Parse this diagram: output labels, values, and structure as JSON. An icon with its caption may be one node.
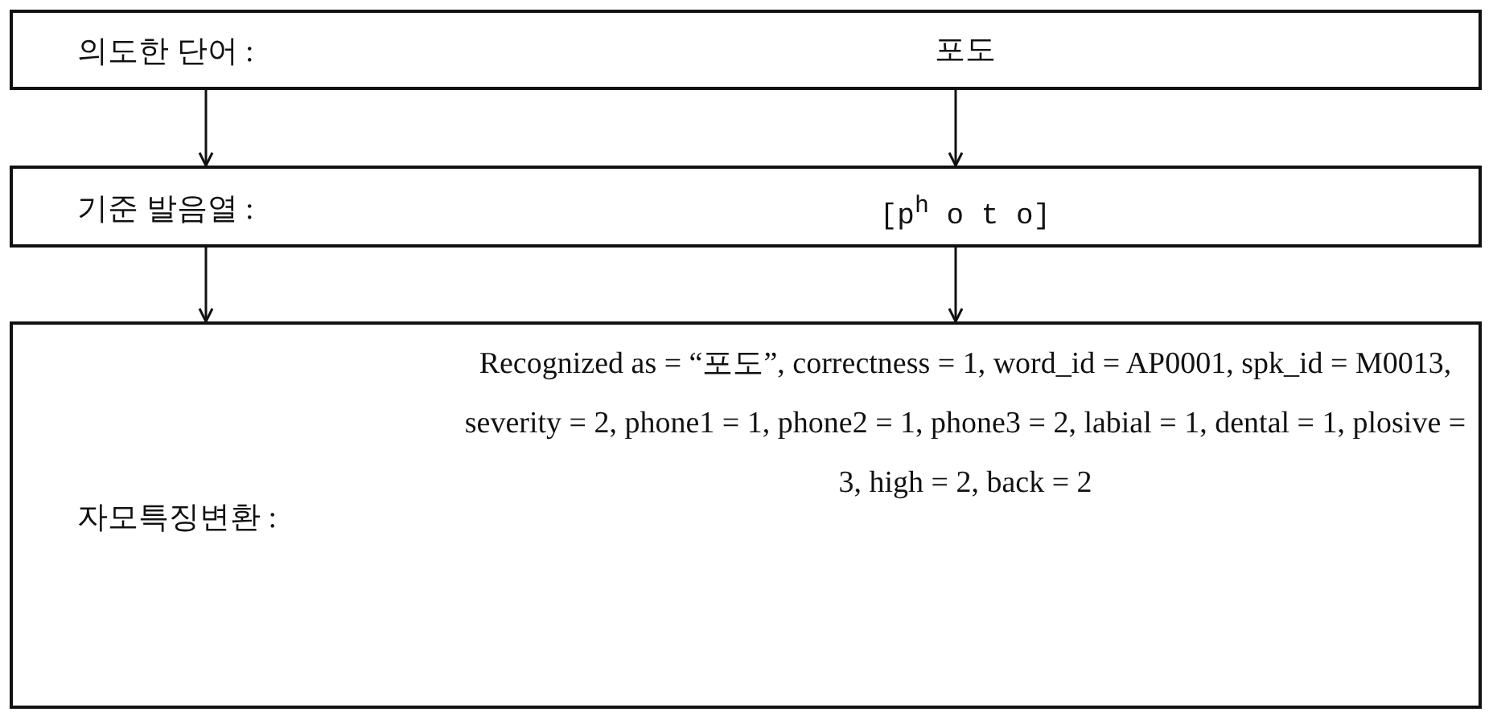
{
  "diagram": {
    "nodes": [
      {
        "text": [
          "의도한 단어 :",
          "포도"
        ]
      },
      {
        "text": [
          "기준 발음열 :",
          "[p$^{h}$ o t o]"
        ]
      },
      {
        "text": [
          "자모특징변환 :",
          "Recognized as = “포도”, correctness = 1, word_id = AP0001, spk_id = M0013, severity = 2, phone1 = 1, phone2 = 1, phone3 = 2, labial = 1, dental = 1, plosive = 3, high = 2, back = 2"
        ]
      }
    ],
    "edges": [
      {
        "from": 0,
        "to": 1,
        "arrow": "to"
      },
      {
        "from": 0,
        "to": 1,
        "arrow": "to"
      },
      {
        "from": 1,
        "to": 2,
        "arrow": "to"
      },
      {
        "from": 1,
        "to": 2,
        "arrow": "to"
      }
    ]
  }
}
